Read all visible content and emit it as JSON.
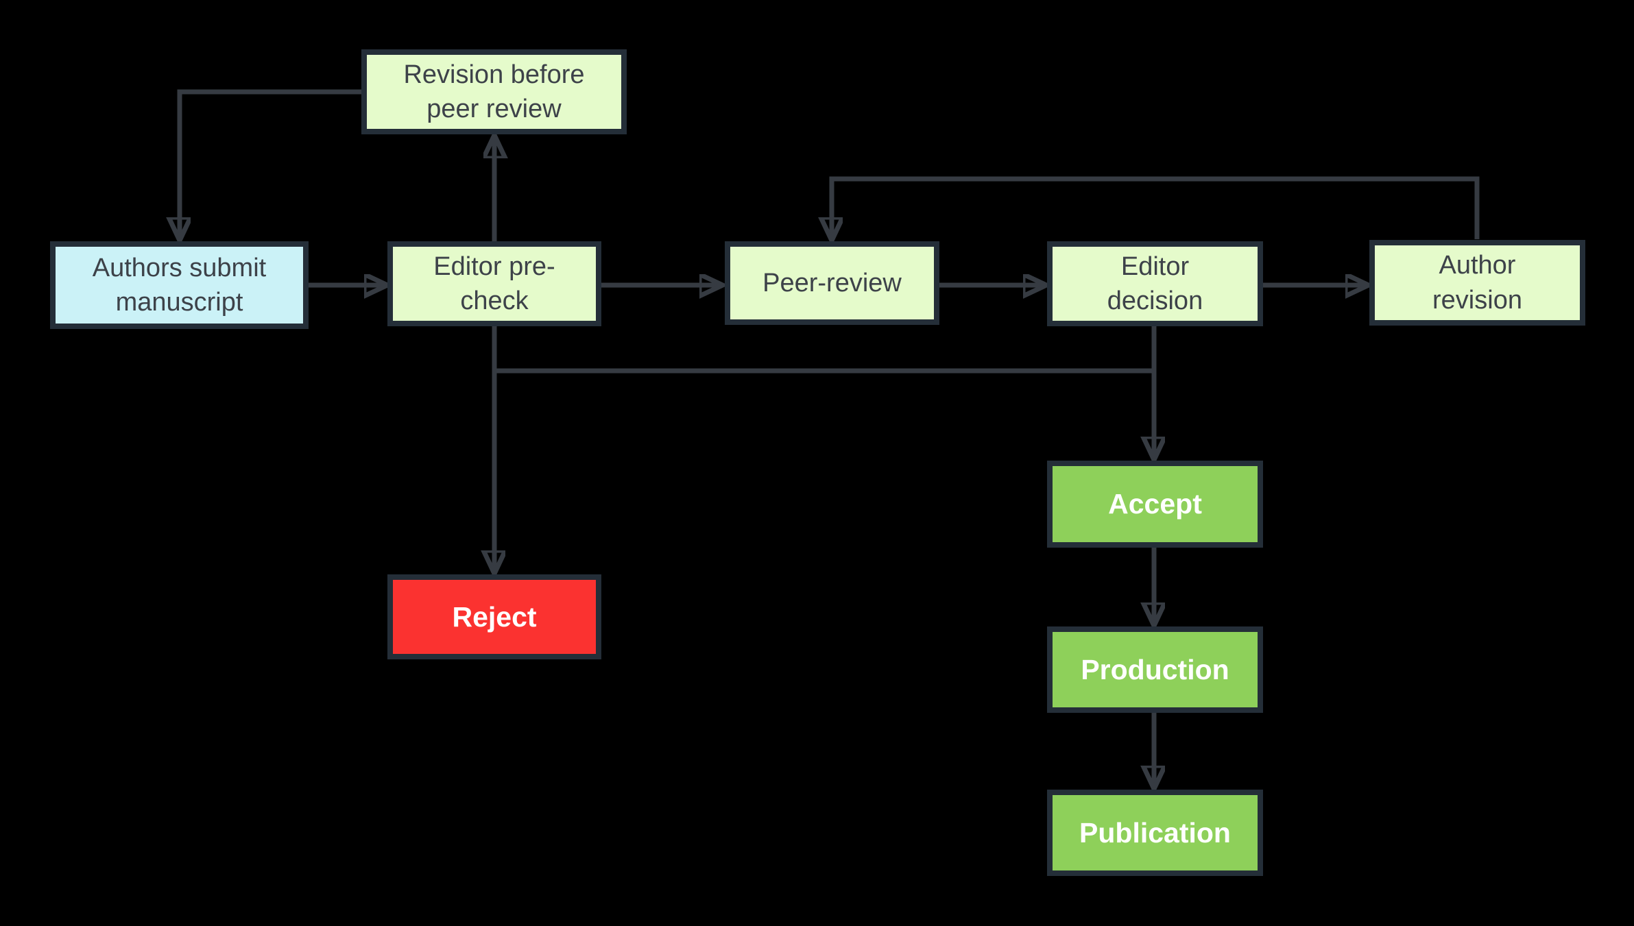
{
  "diagram_type": "flowchart",
  "colors": {
    "background": "#000000",
    "node_border": "#242e38",
    "connector": "#363b42",
    "process_fill": "#e5fbcb",
    "start_fill": "#cbf2f7",
    "accept_fill": "#8ed05a",
    "reject_fill": "#fb3230",
    "process_text": "#3d4249",
    "status_text": "#ffffff"
  },
  "nodes": {
    "authors_submit": {
      "label": "Authors submit\nmanuscript",
      "kind": "start"
    },
    "revision_before": {
      "label": "Revision before\npeer review",
      "kind": "process"
    },
    "editor_precheck": {
      "label": "Editor pre-\ncheck",
      "kind": "process"
    },
    "peer_review": {
      "label": "Peer-review",
      "kind": "process"
    },
    "editor_decision": {
      "label": "Editor\ndecision",
      "kind": "process"
    },
    "author_revision": {
      "label": "Author\nrevision",
      "kind": "process"
    },
    "reject": {
      "label": "Reject",
      "kind": "outcome-negative"
    },
    "accept": {
      "label": "Accept",
      "kind": "outcome-positive"
    },
    "production": {
      "label": "Production",
      "kind": "outcome-positive"
    },
    "publication": {
      "label": "Publication",
      "kind": "outcome-positive"
    }
  },
  "edges": [
    {
      "from": "Authors submit manuscript",
      "to": "Editor pre-check"
    },
    {
      "from": "Editor pre-check",
      "to": "Revision before peer review"
    },
    {
      "from": "Revision before peer review",
      "to": "Authors submit manuscript"
    },
    {
      "from": "Editor pre-check",
      "to": "Peer-review"
    },
    {
      "from": "Peer-review",
      "to": "Editor decision"
    },
    {
      "from": "Editor decision",
      "to": "Author revision"
    },
    {
      "from": "Author revision",
      "to": "Peer-review"
    },
    {
      "from": "Editor pre-check",
      "to": "Reject"
    },
    {
      "from": "Editor decision",
      "to": "Reject"
    },
    {
      "from": "Editor decision",
      "to": "Accept"
    },
    {
      "from": "Accept",
      "to": "Production"
    },
    {
      "from": "Production",
      "to": "Publication"
    }
  ]
}
